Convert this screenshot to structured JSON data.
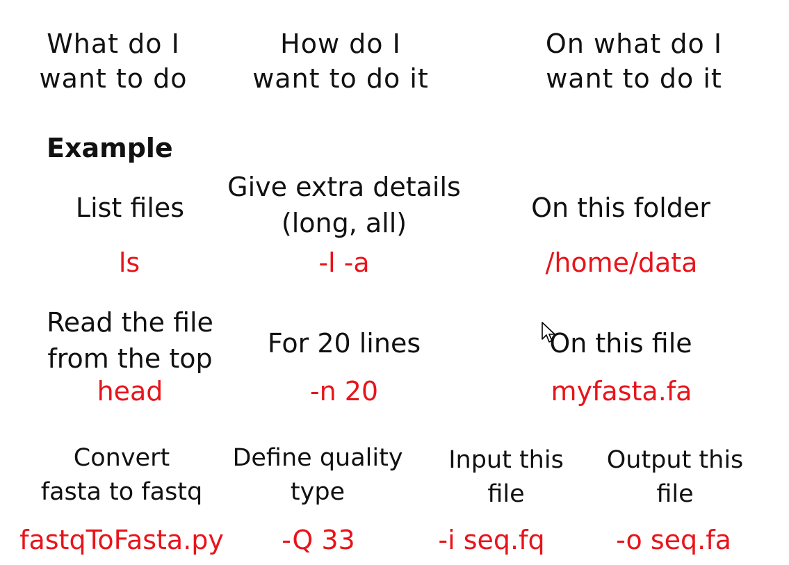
{
  "headers": {
    "what": "What do I\nwant to do",
    "how": "How do I\nwant to do it",
    "on_what": "On what do I\nwant to do it"
  },
  "example_label": "Example",
  "rows": [
    {
      "what_label": "List files",
      "how_label": "Give extra details\n(long, all)",
      "on_label": "On this folder",
      "what_cmd": "ls",
      "how_cmd": "-l -a",
      "on_cmd": "/home/data"
    },
    {
      "what_label": "Read the file\nfrom the top",
      "how_label": "For 20 lines",
      "on_label": "On this file",
      "what_cmd": "head",
      "how_cmd": "-n 20",
      "on_cmd": "myfasta.fa"
    },
    {
      "what_label": "Convert\nfasta to fastq",
      "how_label": "Define quality\ntype",
      "input_label": "Input this\nfile",
      "output_label": "Output this\nfile",
      "what_cmd": "fastqToFasta.py",
      "how_cmd": "-Q 33",
      "input_cmd": "-i seq.fq",
      "output_cmd": "-o seq.fa"
    }
  ],
  "colors": {
    "text": "#111111",
    "command": "#e8141b",
    "background": "#ffffff"
  },
  "icons": {
    "cursor": "mouse-pointer-icon"
  }
}
